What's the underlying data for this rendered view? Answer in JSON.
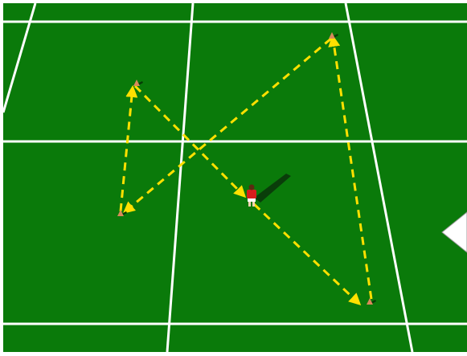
{
  "scene": {
    "type": "soccer-drill-diagram",
    "colors": {
      "frame": "#ffffff",
      "pitch": "#0a7a0a",
      "field_lines": "#ffffff",
      "movement_path": "#ffe000",
      "player_shirt": "#d81c1c",
      "player_shadow": "#0a3d0a",
      "cone": "#d98a5a"
    },
    "icons": {
      "cone": "traffic-cone-icon",
      "player": "player-figure-icon",
      "pointer": "triangle-pointer-icon"
    },
    "cone_count": 4,
    "player_count": 1,
    "path": {
      "style": "dashed",
      "arrowheads": true
    }
  }
}
